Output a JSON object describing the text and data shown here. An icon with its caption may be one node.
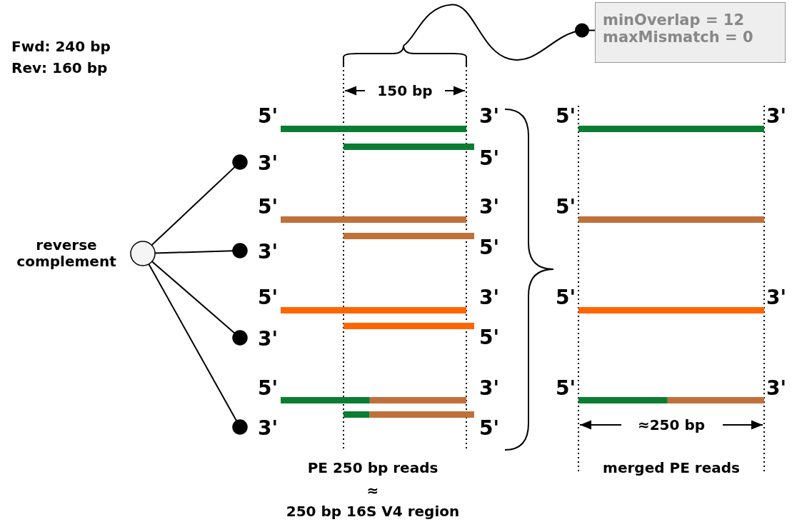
{
  "diagram": {
    "nodes": [
      {
        "text": [
          "minOverlap = 12",
          "maxMismatch = 0"
        ]
      },
      {
        "text": [],
        "shape": "circle",
        "beside": [
          "reverse complement"
        ]
      },
      {
        "text": [],
        "shape": "circle",
        "beside": [
          "3'"
        ]
      },
      {
        "text": [],
        "shape": "circle",
        "beside": [
          "3'"
        ]
      },
      {
        "text": [],
        "shape": "circle",
        "beside": [
          "3'"
        ]
      },
      {
        "text": [],
        "shape": "circle",
        "beside": [
          "3'"
        ]
      },
      {
        "text": [],
        "shape": "bracket"
      }
    ],
    "edges": [
      {
        "from": 0,
        "to": 6,
        "arrow": "other"
      },
      {
        "from": 1,
        "to": 2,
        "arrow": "none"
      },
      {
        "from": 1,
        "to": 3,
        "arrow": "none"
      },
      {
        "from": 1,
        "to": 4,
        "arrow": "none"
      },
      {
        "from": 1,
        "to": 5,
        "arrow": "none"
      }
    ],
    "labels": [
      "Fwd: 240 bp",
      "Rev: 160 bp",
      "150 bp",
      "5'",
      "3'",
      "5'",
      "3'",
      "5'",
      "5'",
      "3'",
      "5'",
      "5'",
      "5'",
      "3'",
      "5'",
      "3'",
      "5'",
      "5'",
      "3'",
      "5'",
      "3'",
      "5'",
      "≈250 bp",
      "PE 250 bp reads",
      "≈",
      "250 bp 16S V4 region",
      "merged PE reads"
    ]
  }
}
